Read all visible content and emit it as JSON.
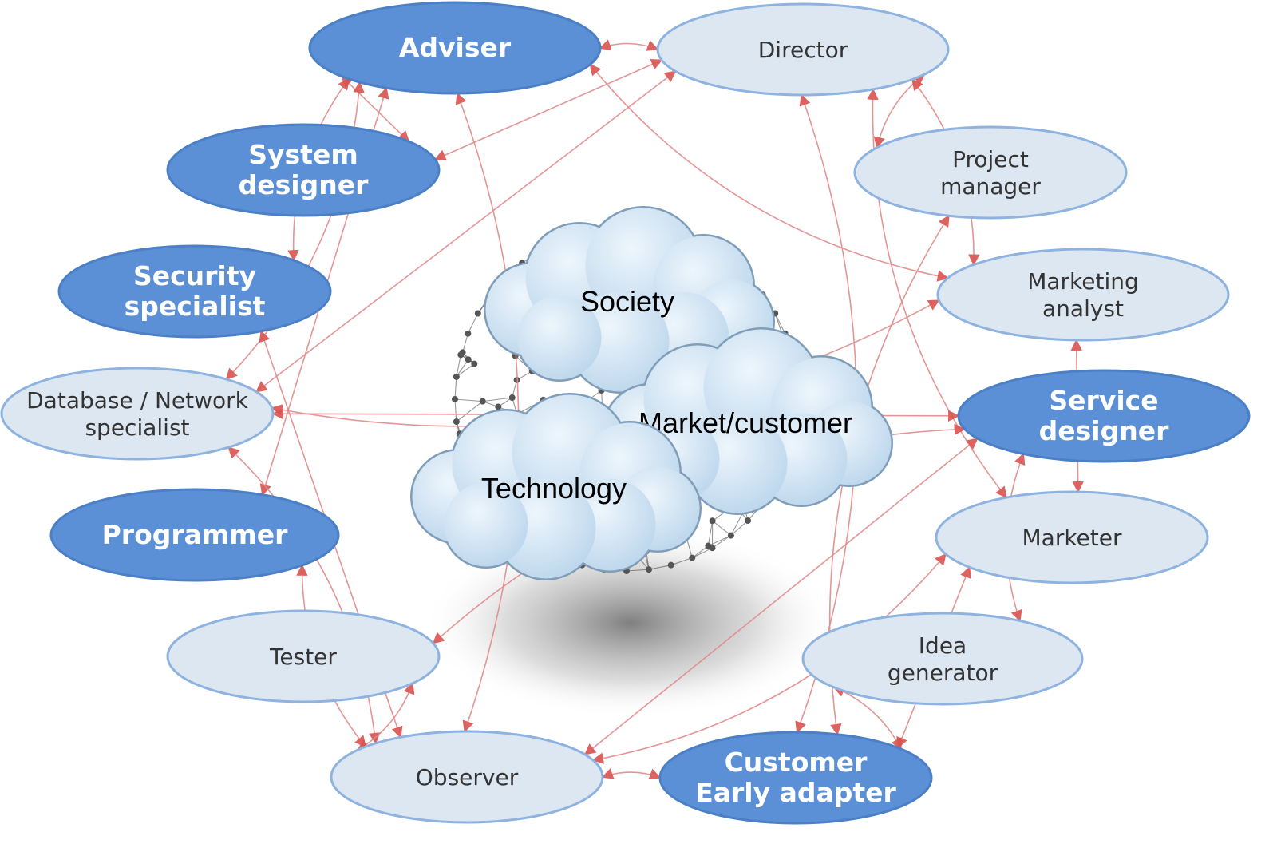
{
  "colors": {
    "dark_fill": "#5b8fd6",
    "dark_stroke": "#4b7fc6",
    "light_fill": "#dde7f1",
    "light_stroke": "#8eb3e0",
    "connector": "#e28a8a",
    "arrowhead": "#d9534f",
    "cloud_fill": "#cfe3f3",
    "cloud_stroke": "#7f9db8",
    "network": "#444444"
  },
  "roles": [
    {
      "id": "adviser",
      "style": "dark",
      "lines": [
        "Adviser"
      ]
    },
    {
      "id": "director",
      "style": "light",
      "lines": [
        "Director"
      ]
    },
    {
      "id": "system-designer",
      "style": "dark",
      "lines": [
        "System",
        "designer"
      ]
    },
    {
      "id": "project-manager",
      "style": "light",
      "lines": [
        "Project",
        "manager"
      ]
    },
    {
      "id": "security-specialist",
      "style": "dark",
      "lines": [
        "Security",
        "specialist"
      ]
    },
    {
      "id": "marketing-analyst",
      "style": "light",
      "lines": [
        "Marketing",
        "analyst"
      ]
    },
    {
      "id": "database-network-specialist",
      "style": "light",
      "lines": [
        "Database / Network",
        "specialist"
      ]
    },
    {
      "id": "service-designer",
      "style": "dark",
      "lines": [
        "Service",
        "designer"
      ]
    },
    {
      "id": "programmer",
      "style": "dark",
      "lines": [
        "Programmer"
      ]
    },
    {
      "id": "marketer",
      "style": "light",
      "lines": [
        "Marketer"
      ]
    },
    {
      "id": "tester",
      "style": "light",
      "lines": [
        "Tester"
      ]
    },
    {
      "id": "idea-generator",
      "style": "light",
      "lines": [
        "Idea",
        "generator"
      ]
    },
    {
      "id": "observer",
      "style": "light",
      "lines": [
        "Observer"
      ]
    },
    {
      "id": "customer-early-adapter",
      "style": "dark",
      "lines": [
        "Customer",
        "Early adapter"
      ]
    }
  ],
  "clouds": [
    {
      "id": "society",
      "label": "Society"
    },
    {
      "id": "market-customer",
      "label": "Market/customer"
    },
    {
      "id": "technology",
      "label": "Technology"
    }
  ],
  "connections": [
    [
      "adviser",
      "director"
    ],
    [
      "adviser",
      "system-designer"
    ],
    [
      "adviser",
      "security-specialist"
    ],
    [
      "adviser",
      "database-network-specialist"
    ],
    [
      "adviser",
      "programmer"
    ],
    [
      "adviser",
      "marketing-analyst"
    ],
    [
      "adviser",
      "observer"
    ],
    [
      "director",
      "system-designer"
    ],
    [
      "director",
      "project-manager"
    ],
    [
      "director",
      "marketing-analyst"
    ],
    [
      "director",
      "database-network-specialist"
    ],
    [
      "director",
      "marketer"
    ],
    [
      "director",
      "customer-early-adapter"
    ],
    [
      "database-network-specialist",
      "service-designer"
    ],
    [
      "database-network-specialist",
      "marketing-analyst"
    ],
    [
      "database-network-specialist",
      "observer"
    ],
    [
      "security-specialist",
      "observer"
    ],
    [
      "programmer",
      "observer"
    ],
    [
      "tester",
      "service-designer"
    ],
    [
      "observer",
      "service-designer"
    ],
    [
      "observer",
      "marketer"
    ],
    [
      "observer",
      "customer-early-adapter"
    ],
    [
      "marketing-analyst",
      "marketer"
    ],
    [
      "service-designer",
      "idea-generator"
    ],
    [
      "idea-generator",
      "customer-early-adapter"
    ],
    [
      "marketer",
      "customer-early-adapter"
    ],
    [
      "project-manager",
      "customer-early-adapter"
    ],
    [
      "tester",
      "observer"
    ]
  ]
}
